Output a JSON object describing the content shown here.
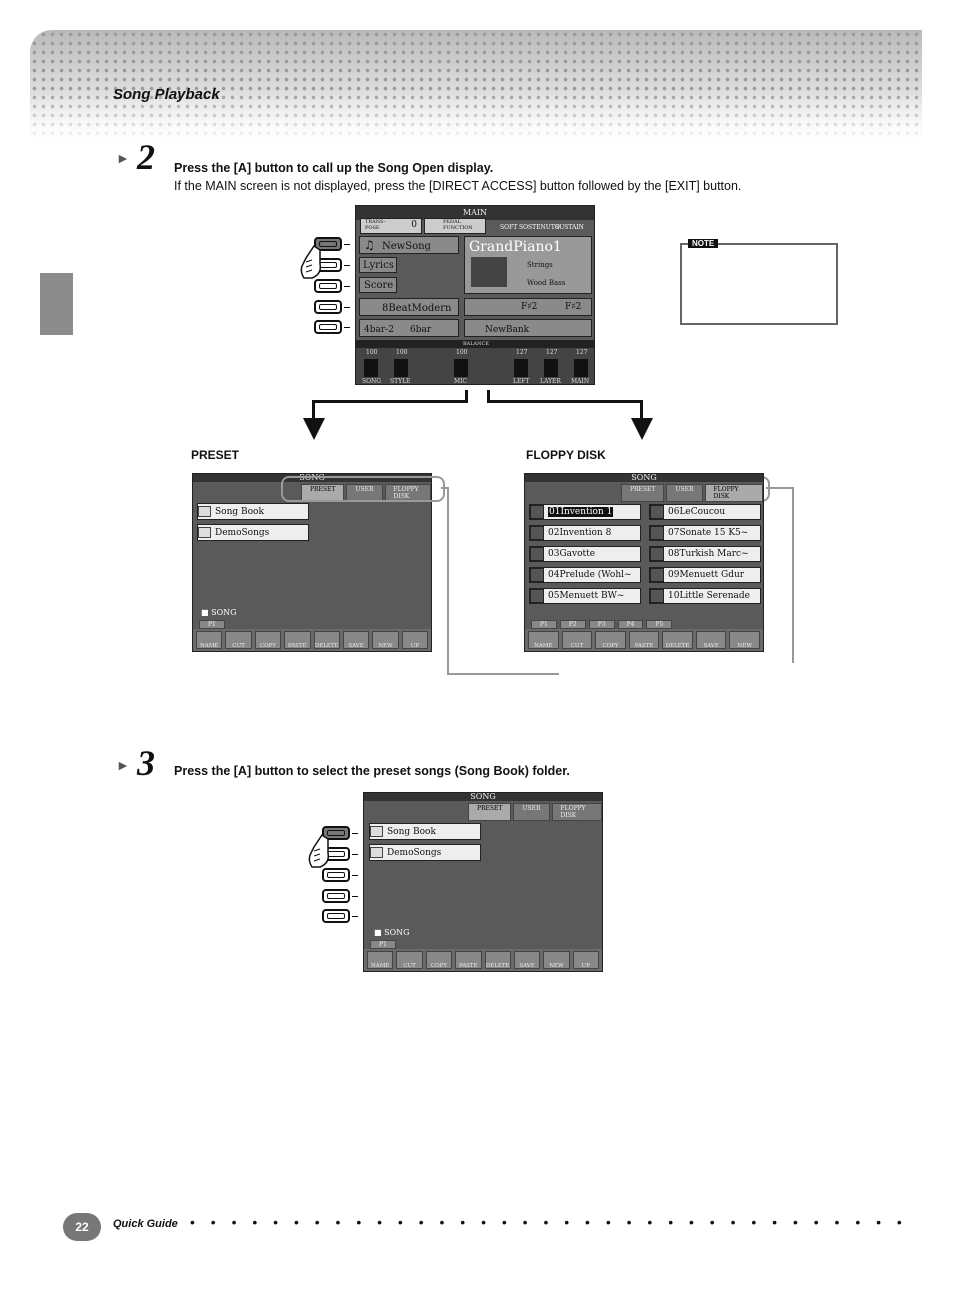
{
  "header": {
    "section_title": "Song Playback"
  },
  "step2": {
    "arrow": "►",
    "number": "2",
    "instruction": "Press the [A] button to call up the Song Open display.",
    "detail": "If the MAIN screen is not displayed, press the [DIRECT ACCESS] button followed by the [EXIT] button."
  },
  "main_screen": {
    "title": "MAIN",
    "transpose_label": "TRANS-\nPOSE",
    "transpose_value": "0",
    "pedal_label": "PEDAL\nFUNCTION",
    "pedals": [
      "SOFT",
      "SOSTENUTO",
      "SUSTAIN"
    ],
    "song_name": "NewSong",
    "lyrics": "Lyrics",
    "score": "Score",
    "voice_name": "GrandPiano1",
    "layer_voice": "Strings",
    "left_voice": "Wood Bass",
    "style_name": "8BeatModern",
    "split_point": "F♯2",
    "split_point2": "F♯2",
    "intro": "4bar-2",
    "ending": "6bar",
    "registration_bank": "NewBank",
    "balance_label": "BALANCE",
    "balance_values": [
      "100",
      "100",
      "100",
      "127",
      "127",
      "127"
    ],
    "balance_parts": [
      "SONG",
      "STYLE",
      "MIC",
      "LEFT",
      "LAYER",
      "MAIN"
    ]
  },
  "note": {
    "badge": "NOTE"
  },
  "preset": {
    "caption": "PRESET",
    "title": "SONG",
    "tabs": [
      "PRESET",
      "USER",
      "FLOPPY DISK"
    ],
    "files": [
      "Song Book",
      "DemoSongs"
    ],
    "folder": "SONG",
    "pages": [
      "P1"
    ],
    "bottom_buttons": [
      "NAME",
      "CUT",
      "COPY",
      "PASTE",
      "DELETE",
      "SAVE",
      "NEW",
      "UP"
    ]
  },
  "floppy": {
    "caption": "FLOPPY DISK",
    "title": "SONG",
    "tabs": [
      "PRESET",
      "USER",
      "FLOPPY DISK"
    ],
    "files_left": [
      "01Invention 1",
      "02Invention 8",
      "03Gavotte",
      "04Prelude (Wohl~",
      "05Menuett BW~"
    ],
    "files_right": [
      "06LeCoucou",
      "07Sonate 15 K5~",
      "08Turkish Marc~",
      "09Menuett Gdur",
      "10Little Serenade"
    ],
    "pages": [
      "P1",
      "P2",
      "P3",
      "P4",
      "P5"
    ],
    "bottom_buttons": [
      "NAME",
      "CUT",
      "COPY",
      "PASTE",
      "DELETE",
      "SAVE",
      "NEW"
    ]
  },
  "step3": {
    "arrow": "►",
    "number": "3",
    "instruction": "Press the [A] button to select the preset songs (Song Book) folder."
  },
  "preset2": {
    "title": "SONG",
    "tabs": [
      "PRESET",
      "USER",
      "FLOPPY DISK"
    ],
    "files": [
      "Song Book",
      "DemoSongs"
    ],
    "folder": "SONG",
    "pages": [
      "P1"
    ],
    "bottom_buttons": [
      "NAME",
      "CUT",
      "COPY",
      "PASTE",
      "DELETE",
      "SAVE",
      "NEW",
      "UP"
    ]
  },
  "footer": {
    "page_number": "22",
    "label": "Quick Guide",
    "dots": "• • • • • • • • • • • • • • • • • • • • • • • • • • • • • • • • • • • • • • • • • • • • • • • • • • • • •"
  }
}
